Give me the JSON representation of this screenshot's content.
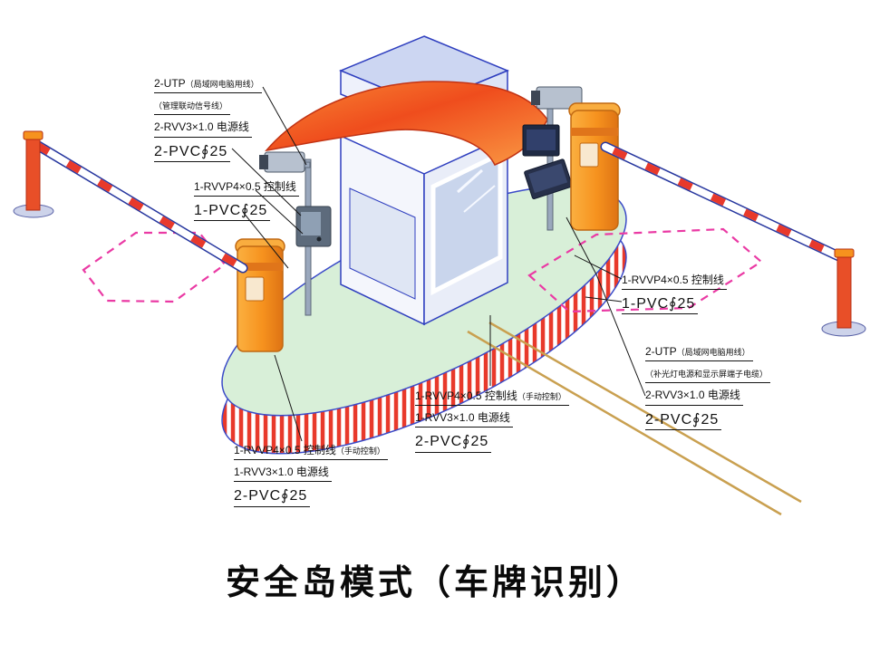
{
  "title": "安全岛模式（车牌识别）",
  "colors": {
    "outline_blue": "#2f3fbf",
    "island_green": "#d8efd8",
    "stripe_red": "#e8392b",
    "canopy_orange": "#f2581f",
    "cabinet_orange": "#f6921e",
    "loop_pink": "#ea3aa4",
    "guide_tan": "#c9a050",
    "label_black": "#141414"
  },
  "labels": {
    "entry_network": {
      "code": "2-UTP",
      "note1": "（局域网电脑用线）",
      "note2": "（管理联动信号线）",
      "power": "2-RVV3×1.0 电源线",
      "conduit": "2-PVC∮25"
    },
    "entry_control": {
      "control": "1-RVVP4×0.5 控制线",
      "conduit": "1-PVC∮25"
    },
    "entry_barrier": {
      "control": "1-RVVP4×0.5 控制线",
      "note": "（手动控制）",
      "power": "1-RVV3×1.0 电源线",
      "conduit": "2-PVC∮25"
    },
    "exit_control": {
      "control": "1-RVVP4×0.5 控制线",
      "conduit": "1-PVC∮25"
    },
    "exit_network": {
      "code": "2-UTP",
      "note1": "（局域网电脑用线）",
      "note2": "（补光灯电源和显示屏端子电缆）",
      "power": "2-RVV3×1.0 电源线",
      "conduit": "2-PVC∮25"
    },
    "exit_barrier": {
      "control": "1-RVVP4×0.5 控制线",
      "note": "（手动控制）",
      "power": "1-RVV3×1.0 电源线",
      "conduit": "2-PVC∮25"
    }
  }
}
